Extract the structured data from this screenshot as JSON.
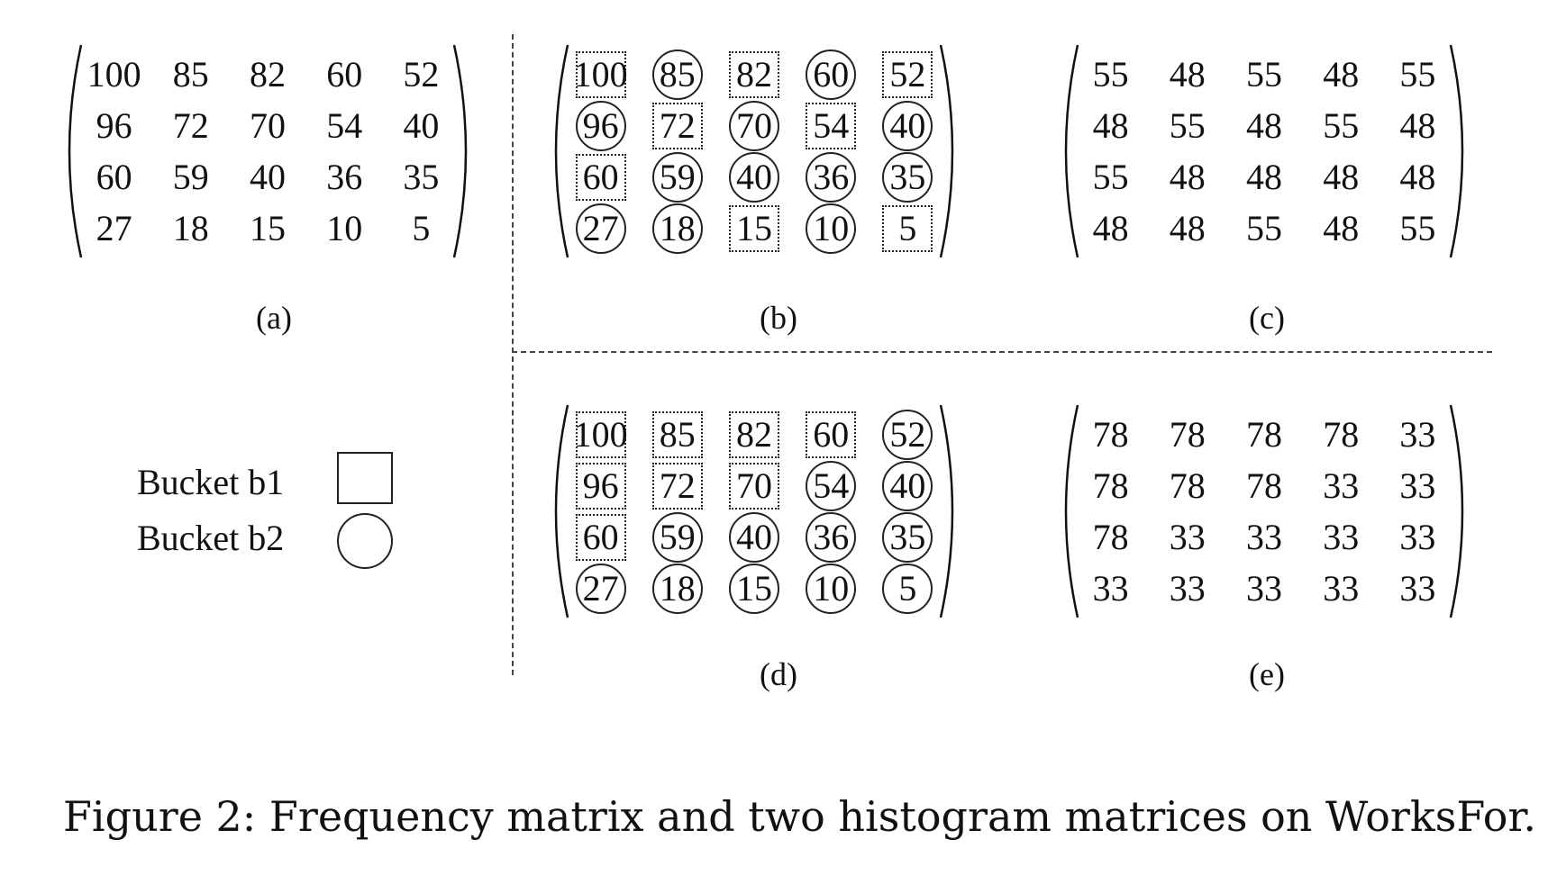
{
  "panels": [
    {
      "label": "(a)",
      "values": [
        [
          100,
          85,
          82,
          60,
          52
        ],
        [
          96,
          72,
          70,
          54,
          40
        ],
        [
          60,
          59,
          40,
          36,
          35
        ],
        [
          27,
          18,
          15,
          10,
          5
        ]
      ],
      "marks": [
        [
          "",
          "",
          "",
          "",
          ""
        ],
        [
          "",
          "",
          "",
          "",
          ""
        ],
        [
          "",
          "",
          "",
          "",
          ""
        ],
        [
          "",
          "",
          "",
          "",
          ""
        ]
      ]
    },
    {
      "label": "(b)",
      "values": [
        [
          100,
          85,
          82,
          60,
          52
        ],
        [
          96,
          72,
          70,
          54,
          40
        ],
        [
          60,
          59,
          40,
          36,
          35
        ],
        [
          27,
          18,
          15,
          10,
          5
        ]
      ],
      "marks": [
        [
          "b1",
          "b2",
          "b1",
          "b2",
          "b1"
        ],
        [
          "b2",
          "b1",
          "b2",
          "b1",
          "b2"
        ],
        [
          "b1",
          "b2",
          "b2",
          "b2",
          "b2"
        ],
        [
          "b2",
          "b2",
          "b1",
          "b2",
          "b1"
        ]
      ]
    },
    {
      "label": "(c)",
      "values": [
        [
          55,
          48,
          55,
          48,
          55
        ],
        [
          48,
          55,
          48,
          55,
          48
        ],
        [
          55,
          48,
          48,
          48,
          48
        ],
        [
          48,
          48,
          55,
          48,
          55
        ]
      ],
      "marks": [
        [
          "",
          "",
          "",
          "",
          ""
        ],
        [
          "",
          "",
          "",
          "",
          ""
        ],
        [
          "",
          "",
          "",
          "",
          ""
        ],
        [
          "",
          "",
          "",
          "",
          ""
        ]
      ]
    },
    {
      "label": "(d)",
      "values": [
        [
          100,
          85,
          82,
          60,
          52
        ],
        [
          96,
          72,
          70,
          54,
          40
        ],
        [
          60,
          59,
          40,
          36,
          35
        ],
        [
          27,
          18,
          15,
          10,
          5
        ]
      ],
      "marks": [
        [
          "b1",
          "b1",
          "b1",
          "b1",
          "b2"
        ],
        [
          "b1",
          "b1",
          "b1",
          "b2",
          "b2"
        ],
        [
          "b1",
          "b2",
          "b2",
          "b2",
          "b2"
        ],
        [
          "b2",
          "b2",
          "b2",
          "b2",
          "b2"
        ]
      ]
    },
    {
      "label": "(e)",
      "values": [
        [
          78,
          78,
          78,
          78,
          33
        ],
        [
          78,
          78,
          78,
          33,
          33
        ],
        [
          78,
          33,
          33,
          33,
          33
        ],
        [
          33,
          33,
          33,
          33,
          33
        ]
      ],
      "marks": [
        [
          "",
          "",
          "",
          "",
          ""
        ],
        [
          "",
          "",
          "",
          "",
          ""
        ],
        [
          "",
          "",
          "",
          "",
          ""
        ],
        [
          "",
          "",
          "",
          "",
          ""
        ]
      ]
    }
  ],
  "legend": [
    {
      "label": "Bucket b1",
      "shape": "square"
    },
    {
      "label": "Bucket b2",
      "shape": "circle"
    }
  ],
  "caption": "Figure 2: Frequency matrix and two histogram matrices on WorksFor."
}
